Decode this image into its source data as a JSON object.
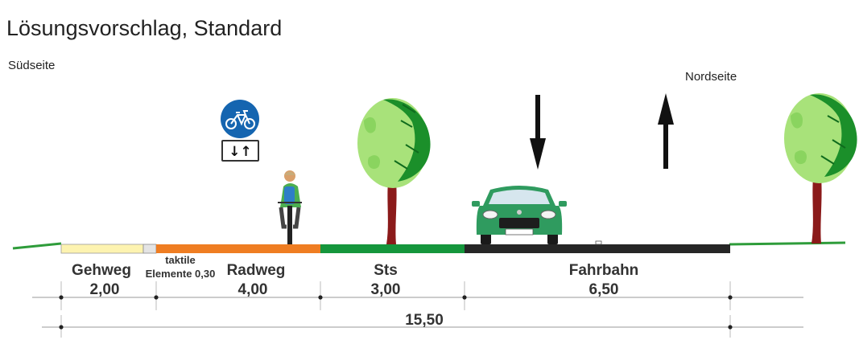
{
  "title": "Lösungsvorschlag, Standard",
  "sides": {
    "south": "Südseite",
    "north": "Nordseite"
  },
  "sign": {
    "icon": "bicycle-icon",
    "arrows": "↓↑"
  },
  "segments": [
    {
      "name": "Gehweg",
      "width": "2,00",
      "color": "#fdf3b0"
    },
    {
      "name": "Radweg",
      "width": "4,00",
      "color": "#ef7d22"
    },
    {
      "name": "Sts",
      "width": "3,00",
      "color": "#15963c"
    },
    {
      "name": "Fahrbahn",
      "width": "6,50",
      "color": "#262626"
    }
  ],
  "tactile": {
    "line1": "taktile",
    "line2": "Elemente 0,30",
    "color": "#e4e4e4"
  },
  "total": "15,50",
  "colors": {
    "ground": "#2e9c3a",
    "sign_blue": "#1565b0",
    "car": "#2f9b5f",
    "arrow": "#111111"
  }
}
